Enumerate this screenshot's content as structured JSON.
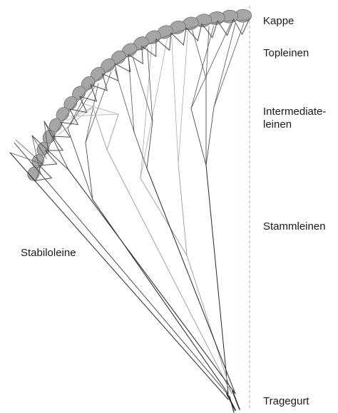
{
  "labels": {
    "kappe": "Kappe",
    "topleinen": "Topleinen",
    "intermediate_line1": "Intermediate-",
    "intermediate_line2": "leinen",
    "stammleinen": "Stammleinen",
    "stabiloleine": "Stabiloleine",
    "tragegurt": "Tragegurt"
  },
  "colors": {
    "canopy_fill": "#a6a6a6",
    "canopy_stroke": "#6e6e6e",
    "line_dark": "#262626",
    "line_light": "#9a9a9a",
    "centerline": "#d9a27c"
  }
}
